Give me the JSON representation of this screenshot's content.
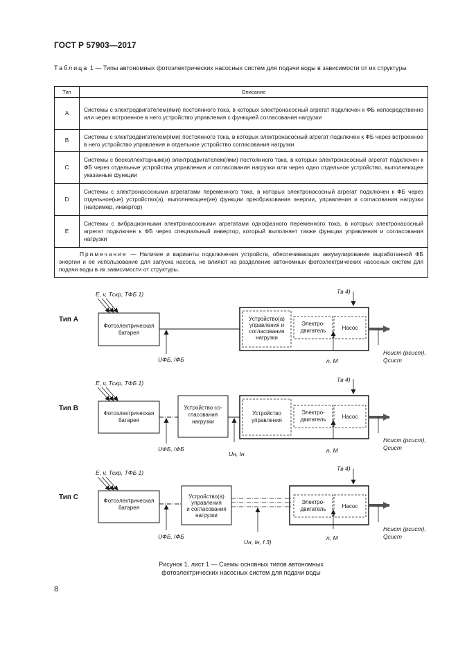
{
  "header": "ГОСТ Р 57903—2017",
  "table_caption": {
    "prefix": "Таблица",
    "text": "1 — Типы автономных фотоэлектрических насосных систем для подачи воды в зависимости от их структуры"
  },
  "table": {
    "columns": [
      "Тип",
      "Описание"
    ],
    "rows": [
      {
        "type": "A",
        "desc": "Системы с электродвигателем(ями) постоянного тока, в которых электронасосный агрегат подключен к ФБ непосредственно или через встроенное в него устройство управления с функцией согласования нагрузки"
      },
      {
        "type": "B",
        "desc": "Системы с электродвигателем(ями) постоянного тока, в которых электронасосный агрегат подключен к ФБ через встроенное в него устройство управления и отдельное устройство согласования нагрузки"
      },
      {
        "type": "C",
        "desc": "Системы с бесколлекторным(и) электродвигателем(ями) постоянного тока, в которых электронасосный агрегат подключен к ФБ через отдельные устройства управления и согласования нагрузки или через одно отдельное устройство, выполняющее указанные функции"
      },
      {
        "type": "D",
        "desc": "Системы с электронасосными агрегатами переменного тока, в которых электронасосный агрегат подключен к ФБ через отдельное(ые) устройство(а), выполняющее(ие) функции преобразования энергии, управления и согласования нагрузки (например, инвертор)"
      },
      {
        "type": "E",
        "desc": "Системы с вибрационными электронасосными агрегатами однофазного переменного тока, в которых электронасосный агрегат подключен к ФБ через специальный инвертор, который выполняет также функции управления и согласования нагрузки"
      }
    ],
    "note_prefix": "Примечание",
    "note_text": "— Наличие и варианты подключения устройств, обеспечивающих аккумулирование выработанной ФБ энергии и ее использование для запуска насоса, не влияют на разделение автономных фотоэлектрических насосных систем для подачи воды в их зависимости от структуры."
  },
  "diagram": {
    "type_a": "Тип А",
    "type_b": "Тип В",
    "type_c": "Тип С",
    "pv_battery": [
      "Фотоэлектрическая",
      "батарея"
    ],
    "control_device_a": [
      "Устройство(а)",
      "управления и",
      "согласования",
      "нагрузки"
    ],
    "control_device_b": [
      "Устройство",
      "управления"
    ],
    "matching_device": [
      "Устройство со-",
      "гласования",
      "нагрузки"
    ],
    "combined_device_c": [
      "Устройство(а)",
      "управления",
      "и согласования",
      "нагрузки"
    ],
    "motor": [
      "Электро-",
      "двигатель"
    ],
    "pump": "Насос",
    "env_params": "E, v, Tскр, TФБ 1)",
    "pv_output": "UФБ, IФБ",
    "load_output_b": "Uн, Iн",
    "load_output_c": "Uн, Iн, f 3)",
    "shaft_params": "n, M",
    "water_temp": "Tв 4)",
    "system_output": [
      "Hсист (pсист),",
      "Qсист"
    ]
  },
  "figure_caption": [
    "Рисунок 1, лист 1 — Схемы основных типов автономных",
    "фотоэлектрических насосных систем для подачи воды"
  ],
  "page_number": "8"
}
